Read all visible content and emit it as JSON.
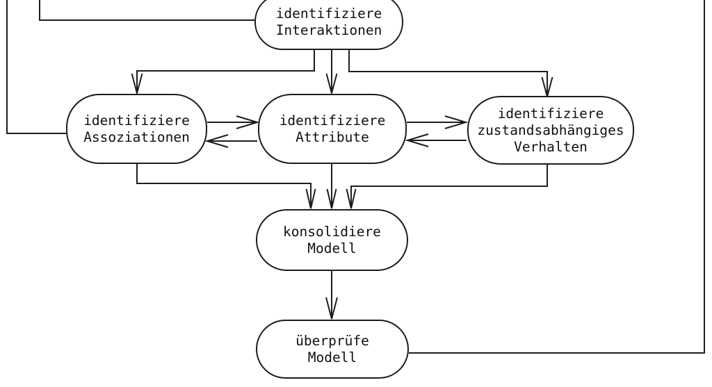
{
  "diagram": {
    "colors": {
      "background": "#ffffff",
      "line": "#1c1c1c",
      "text": "#111111"
    },
    "nodes": {
      "interaktionen": {
        "lines": [
          "identifiziere",
          "Interaktionen"
        ]
      },
      "assoziationen": {
        "lines": [
          "identifiziere",
          "Assoziationen"
        ]
      },
      "attribute": {
        "lines": [
          "identifiziere",
          "Attribute"
        ]
      },
      "verhalten": {
        "lines": [
          "identifiziere",
          "zustandsabhängiges",
          "Verhalten"
        ]
      },
      "konsolidiere": {
        "lines": [
          "konsolidiere",
          "Modell"
        ]
      },
      "ueberpruefe": {
        "lines": [
          "überprüfe",
          "Modell"
        ]
      }
    },
    "edges": [
      {
        "from": "identifiziere Interaktionen",
        "to": "identifiziere Assoziationen"
      },
      {
        "from": "identifiziere Interaktionen",
        "to": "identifiziere Attribute"
      },
      {
        "from": "identifiziere Interaktionen",
        "to": "identifiziere zustandsabhängiges Verhalten"
      },
      {
        "from": "identifiziere Assoziationen",
        "to": "identifiziere Attribute"
      },
      {
        "from": "identifiziere Attribute",
        "to": "identifiziere Assoziationen"
      },
      {
        "from": "identifiziere Attribute",
        "to": "identifiziere zustandsabhängiges Verhalten"
      },
      {
        "from": "identifiziere zustandsabhängiges Verhalten",
        "to": "identifiziere Attribute"
      },
      {
        "from": "identifiziere Assoziationen",
        "to": "konsolidiere Modell"
      },
      {
        "from": "identifiziere Attribute",
        "to": "konsolidiere Modell"
      },
      {
        "from": "identifiziere zustandsabhängiges Verhalten",
        "to": "konsolidiere Modell"
      },
      {
        "from": "konsolidiere Modell",
        "to": "überprüfe Modell"
      },
      {
        "from": "überprüfe Modell",
        "to": "(feedback line leaving top edge of image)"
      },
      {
        "from": "(line entering from top edge of image)",
        "to": "identifiziere Interaktionen"
      },
      {
        "from": "(line entering from top edge of image)",
        "to": "identifiziere Assoziationen"
      }
    ]
  }
}
